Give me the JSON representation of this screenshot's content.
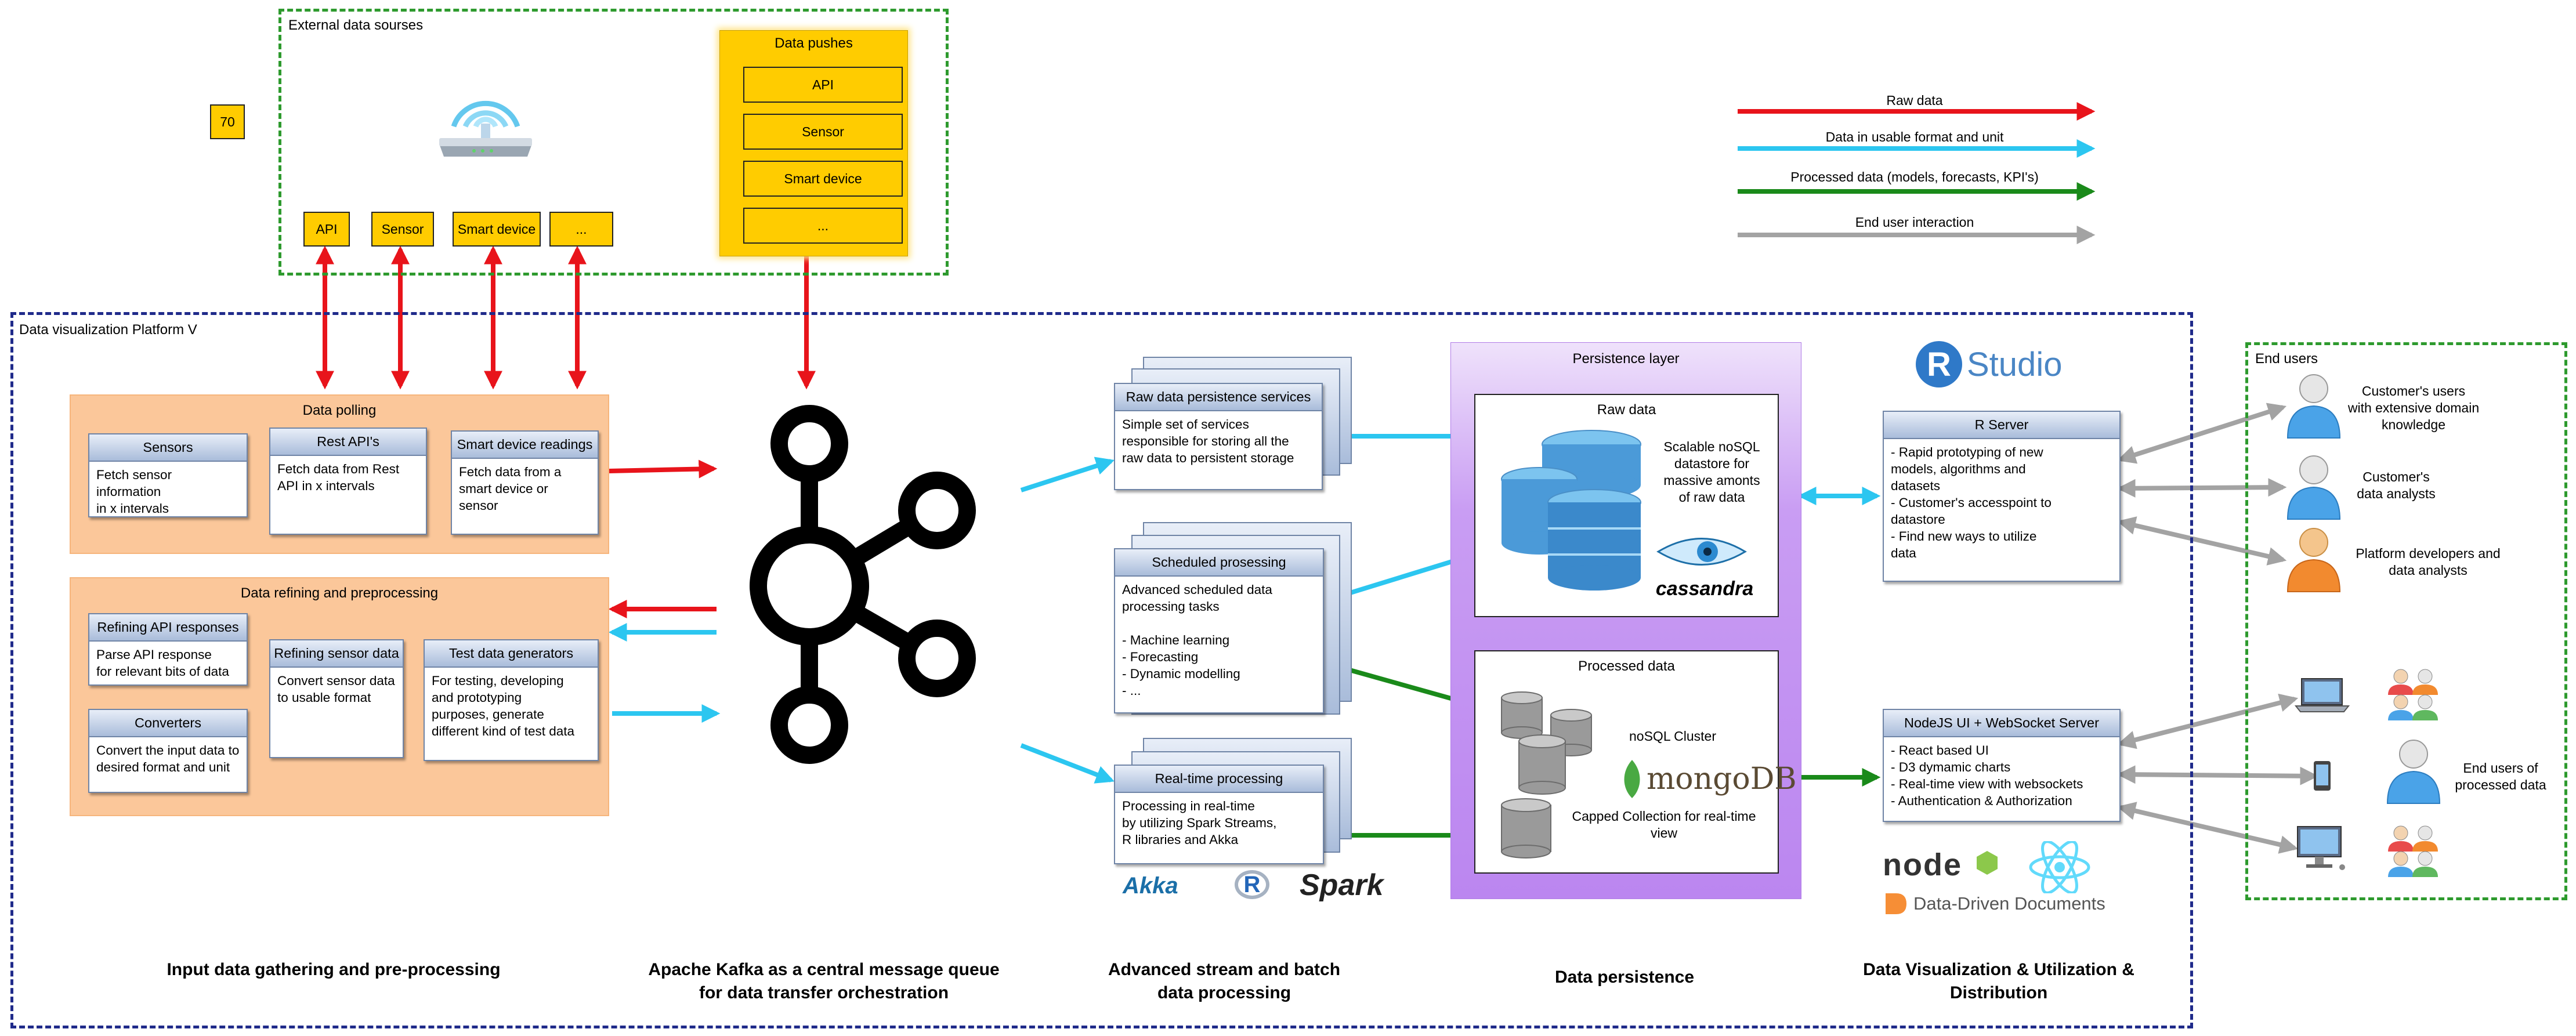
{
  "legend": [
    {
      "label": "Raw data",
      "color": "#e8141b"
    },
    {
      "label": "Data in usable format and unit",
      "color": "#2cc6f0"
    },
    {
      "label": "Processed data (models, forecasts, KPI's)",
      "color": "#1a8a1a"
    },
    {
      "label": "End user interaction",
      "color": "#a3a3a3"
    }
  ],
  "badge": "70",
  "external": {
    "title": "External data sourses",
    "sources": [
      "API",
      "Sensor",
      "Smart device",
      "..."
    ],
    "pushes": {
      "title": "Data pushes",
      "items": [
        "API",
        "Sensor",
        "Smart device",
        "..."
      ]
    }
  },
  "platform": {
    "title": "Data visualization Platform V"
  },
  "polling": {
    "title": "Data polling",
    "cards": [
      {
        "title": "Sensors",
        "body": "Fetch sensor information\nin x intervals"
      },
      {
        "title": "Rest API's",
        "body": "Fetch data from Rest\nAPI in x intervals"
      },
      {
        "title": "Smart device readings",
        "body": "Fetch data from a\nsmart device or sensor"
      }
    ]
  },
  "refining": {
    "title": "Data refining and preprocessing",
    "cards": [
      {
        "title": "Refining API responses",
        "body": "Parse API response\nfor relevant bits of data"
      },
      {
        "title": "Converters",
        "body": "Convert the input data to\ndesired format and unit"
      },
      {
        "title": "Refining sensor data",
        "body": "Convert sensor data\nto usable format"
      },
      {
        "title": "Test data generators",
        "body": "For testing, developing\nand prototyping\npurposes, generate\ndifferent kind of test data"
      }
    ]
  },
  "processing": {
    "cards": [
      {
        "title": "Raw data persistence services",
        "body": "Simple set of services\nresponsible for storing all the\nraw data to persistent storage"
      },
      {
        "title": "Scheduled prosessing",
        "body": "Advanced scheduled data\nprocessing tasks\n\n- Machine learning\n- Forecasting\n- Dynamic modelling\n- ..."
      },
      {
        "title": "Real-time processing",
        "body": "Processing in real-time\nby utilizing Spark Streams,\nR libraries and Akka"
      }
    ],
    "logos": [
      "Akka",
      "R",
      "Spark"
    ]
  },
  "persistence": {
    "title": "Persistence layer",
    "raw": {
      "title": "Raw data",
      "desc": "Scalable noSQL\ndatastore for\nmassive amonts\nof raw data",
      "logo": "cassandra"
    },
    "processed": {
      "title": "Processed data",
      "cluster": "noSQL Cluster",
      "logo": "mongoDB",
      "capped": "Capped Collection for real-time\nview"
    }
  },
  "rstudio": {
    "logo_r": "R",
    "logo_text": "Studio"
  },
  "rserver": {
    "title": "R Server",
    "body": "- Rapid prototyping of new\nmodels, algorithms and\ndatasets\n- Customer's accesspoint to\ndatastore\n- Find new ways to utilize\ndata"
  },
  "nodeserver": {
    "title": "NodeJS UI + WebSocket Server",
    "body": "- React based UI\n- D3 dymamic charts\n- Real-time view with websockets\n- Authentication & Authorization"
  },
  "nodelogos": {
    "node": "node",
    "d3": "Data-Driven Documents"
  },
  "endusers": {
    "title": "End users",
    "groups": [
      "Customer's users\nwith extensive domain\nknowledge",
      "Customer's\ndata analysts",
      "Platform developers and\ndata analysts"
    ],
    "processed": "End users of\nprocessed data"
  },
  "captions": [
    "Input data gathering and pre-processing",
    "Apache Kafka as a central message queue\nfor data transfer orchestration",
    "Advanced stream and batch\ndata processing",
    "Data persistence",
    "Data Visualization & Utilization &\nDistribution"
  ]
}
